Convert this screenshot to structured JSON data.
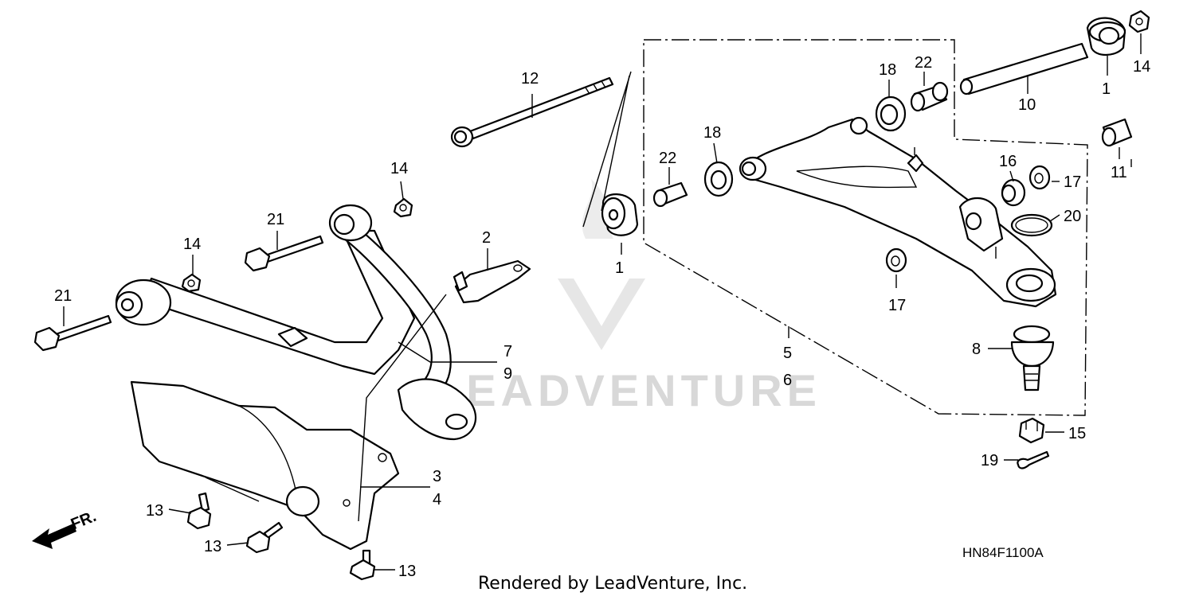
{
  "callouts": [
    {
      "id": "c12",
      "text": "12"
    },
    {
      "id": "c14a",
      "text": "14"
    },
    {
      "id": "c21a",
      "text": "21"
    },
    {
      "id": "c14b",
      "text": "14"
    },
    {
      "id": "c21b",
      "text": "21"
    },
    {
      "id": "c2",
      "text": "2"
    },
    {
      "id": "c7",
      "text": "7"
    },
    {
      "id": "c9",
      "text": "9"
    },
    {
      "id": "c3",
      "text": "3"
    },
    {
      "id": "c4",
      "text": "4"
    },
    {
      "id": "c13a",
      "text": "13"
    },
    {
      "id": "c13b",
      "text": "13"
    },
    {
      "id": "c13c",
      "text": "13"
    },
    {
      "id": "c1a",
      "text": "1"
    },
    {
      "id": "c22a",
      "text": "22"
    },
    {
      "id": "c18a",
      "text": "18"
    },
    {
      "id": "c18b",
      "text": "18"
    },
    {
      "id": "c22b",
      "text": "22"
    },
    {
      "id": "c1b",
      "text": "1"
    },
    {
      "id": "c14c",
      "text": "14"
    },
    {
      "id": "c10",
      "text": "10"
    },
    {
      "id": "c11",
      "text": "11"
    },
    {
      "id": "c16",
      "text": "16"
    },
    {
      "id": "c17a",
      "text": "17"
    },
    {
      "id": "c20",
      "text": "20"
    },
    {
      "id": "c17b",
      "text": "17"
    },
    {
      "id": "c5",
      "text": "5"
    },
    {
      "id": "c6",
      "text": "6"
    },
    {
      "id": "c8",
      "text": "8"
    },
    {
      "id": "c15",
      "text": "15"
    },
    {
      "id": "c19",
      "text": "19"
    }
  ],
  "direction_label": "FR.",
  "diagram_code": "HN84F1100A",
  "credit": "Rendered by LeadVenture, Inc.",
  "watermark": "LEADVENTURE"
}
